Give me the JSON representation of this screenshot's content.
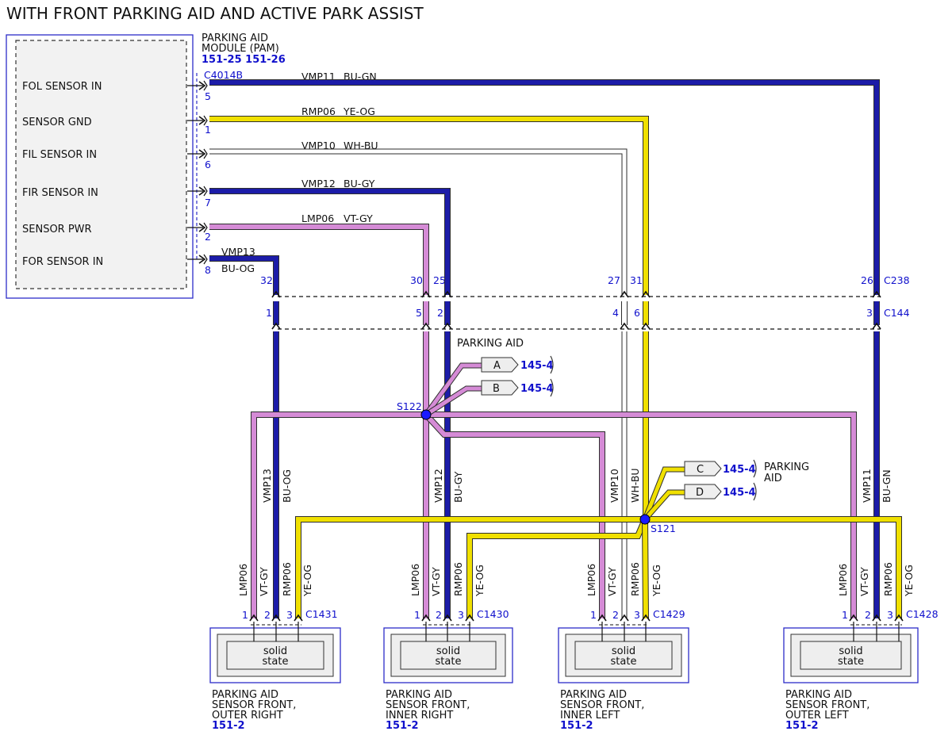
{
  "title": "WITH FRONT PARKING AID AND ACTIVE PARK ASSIST",
  "colors": {
    "BU": "#1c1ca8",
    "YE": "#f0e000",
    "VT": "#d58bd6",
    "WH": "#ffffff",
    "outline": "#2e2e2e",
    "connector_ref": "#1010cc",
    "module_fill": "#f2f2f2"
  },
  "module": {
    "name_line1": "PARKING AID",
    "name_line2": "MODULE (PAM)",
    "refs": "151-25 151-26",
    "connector": "C4014B",
    "pins": [
      {
        "label": "FOL SENSOR IN",
        "pin": "5"
      },
      {
        "label": "SENSOR GND",
        "pin": "1"
      },
      {
        "label": "FIL SENSOR IN",
        "pin": "6"
      },
      {
        "label": "FIR SENSOR IN",
        "pin": "7"
      },
      {
        "label": "SENSOR PWR",
        "pin": "2"
      },
      {
        "label": "FOR SENSOR IN",
        "pin": "8"
      }
    ]
  },
  "circuits": {
    "vmp11": {
      "circuit": "VMP11",
      "color": "BU-GN"
    },
    "rmp06": {
      "circuit": "RMP06",
      "color": "YE-OG"
    },
    "vmp10": {
      "circuit": "VMP10",
      "color": "WH-BU"
    },
    "vmp12": {
      "circuit": "VMP12",
      "color": "BU-GY"
    },
    "lmp06": {
      "circuit": "LMP06",
      "color": "VT-GY"
    },
    "vmp13": {
      "circuit": "VMP13",
      "color": "BU-OG"
    }
  },
  "inline_connectors": {
    "c238": {
      "name": "C238",
      "pins": [
        "32",
        "30",
        "25",
        "27",
        "31",
        "26"
      ]
    },
    "c144": {
      "name": "C144",
      "pins": [
        "1",
        "5",
        "2",
        "4",
        "6",
        "3"
      ]
    }
  },
  "splices": {
    "s122": {
      "name": "S122",
      "group_label": "PARKING AID",
      "refs": [
        {
          "tag": "A",
          "page": "145-4"
        },
        {
          "tag": "B",
          "page": "145-4"
        }
      ]
    },
    "s121": {
      "name": "S121",
      "group_label_line1": "PARKING",
      "group_label_line2": "AID",
      "refs": [
        {
          "tag": "C",
          "page": "145-4"
        },
        {
          "tag": "D",
          "page": "145-4"
        }
      ]
    }
  },
  "sensors": [
    {
      "connector": "C1431",
      "pins": [
        "1",
        "2",
        "3"
      ],
      "wires": [
        "LMP06",
        "VT-GY",
        "RMP06",
        "YE-OG"
      ],
      "inner": [
        "solid",
        "state"
      ],
      "name": [
        "PARKING AID",
        "SENSOR FRONT,",
        "OUTER RIGHT"
      ],
      "ref": "151-2"
    },
    {
      "connector": "C1430",
      "pins": [
        "1",
        "2",
        "3"
      ],
      "wires": [
        "LMP06",
        "VT-GY",
        "RMP06",
        "YE-OG"
      ],
      "inner": [
        "solid",
        "state"
      ],
      "name": [
        "PARKING AID",
        "SENSOR FRONT,",
        "INNER RIGHT"
      ],
      "ref": "151-2"
    },
    {
      "connector": "C1429",
      "pins": [
        "1",
        "2",
        "3"
      ],
      "wires": [
        "LMP06",
        "VT-GY",
        "RMP06",
        "YE-OG"
      ],
      "inner": [
        "solid",
        "state"
      ],
      "name": [
        "PARKING AID",
        "SENSOR FRONT,",
        "INNER LEFT"
      ],
      "ref": "151-2"
    },
    {
      "connector": "C1428",
      "pins": [
        "1",
        "2",
        "3"
      ],
      "wires": [
        "LMP06",
        "VT-GY",
        "RMP06",
        "YE-OG"
      ],
      "inner": [
        "solid",
        "state"
      ],
      "name": [
        "PARKING AID",
        "SENSOR FRONT,",
        "OUTER LEFT"
      ],
      "ref": "151-2"
    }
  ]
}
